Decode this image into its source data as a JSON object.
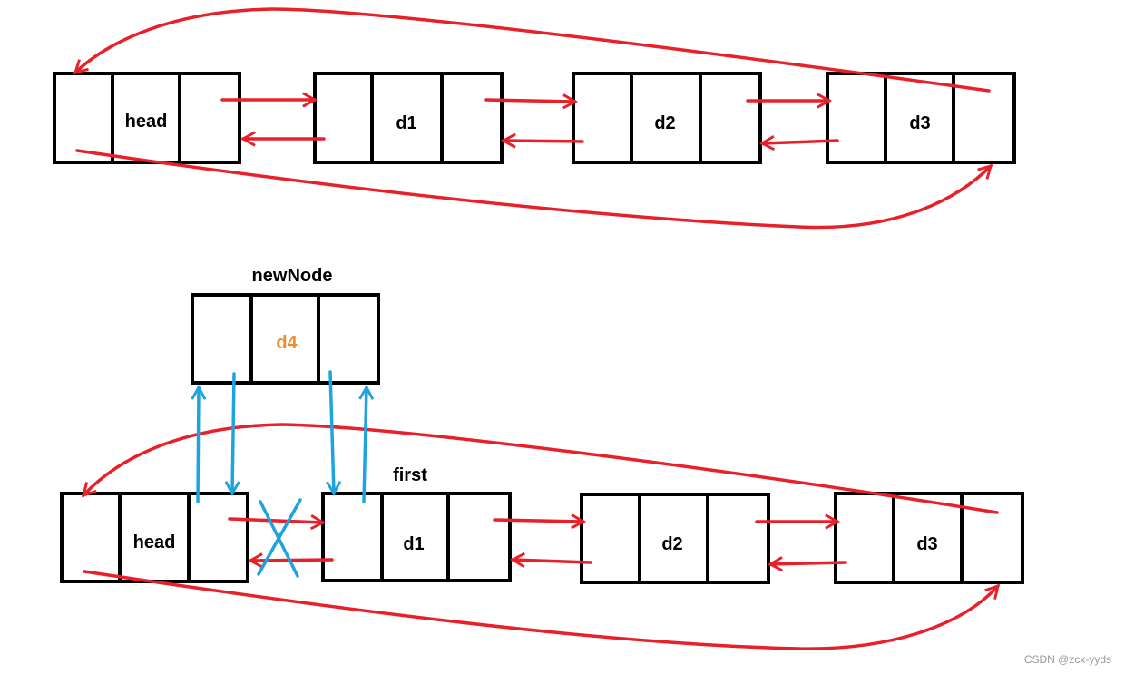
{
  "colors": {
    "pointer_arrow": "#e8202a",
    "insert_arrow": "#1fa3e0",
    "new_node_text": "#f08a2c",
    "box": "#000000"
  },
  "top_list": {
    "nodes": [
      "head",
      "d1",
      "d2",
      "d3"
    ]
  },
  "bottom_list": {
    "nodes": [
      "head",
      "d1",
      "d2",
      "d3"
    ],
    "first_label": "first"
  },
  "new_node": {
    "title": "newNode",
    "value": "d4"
  },
  "watermark": "CSDN @zcx-yyds"
}
